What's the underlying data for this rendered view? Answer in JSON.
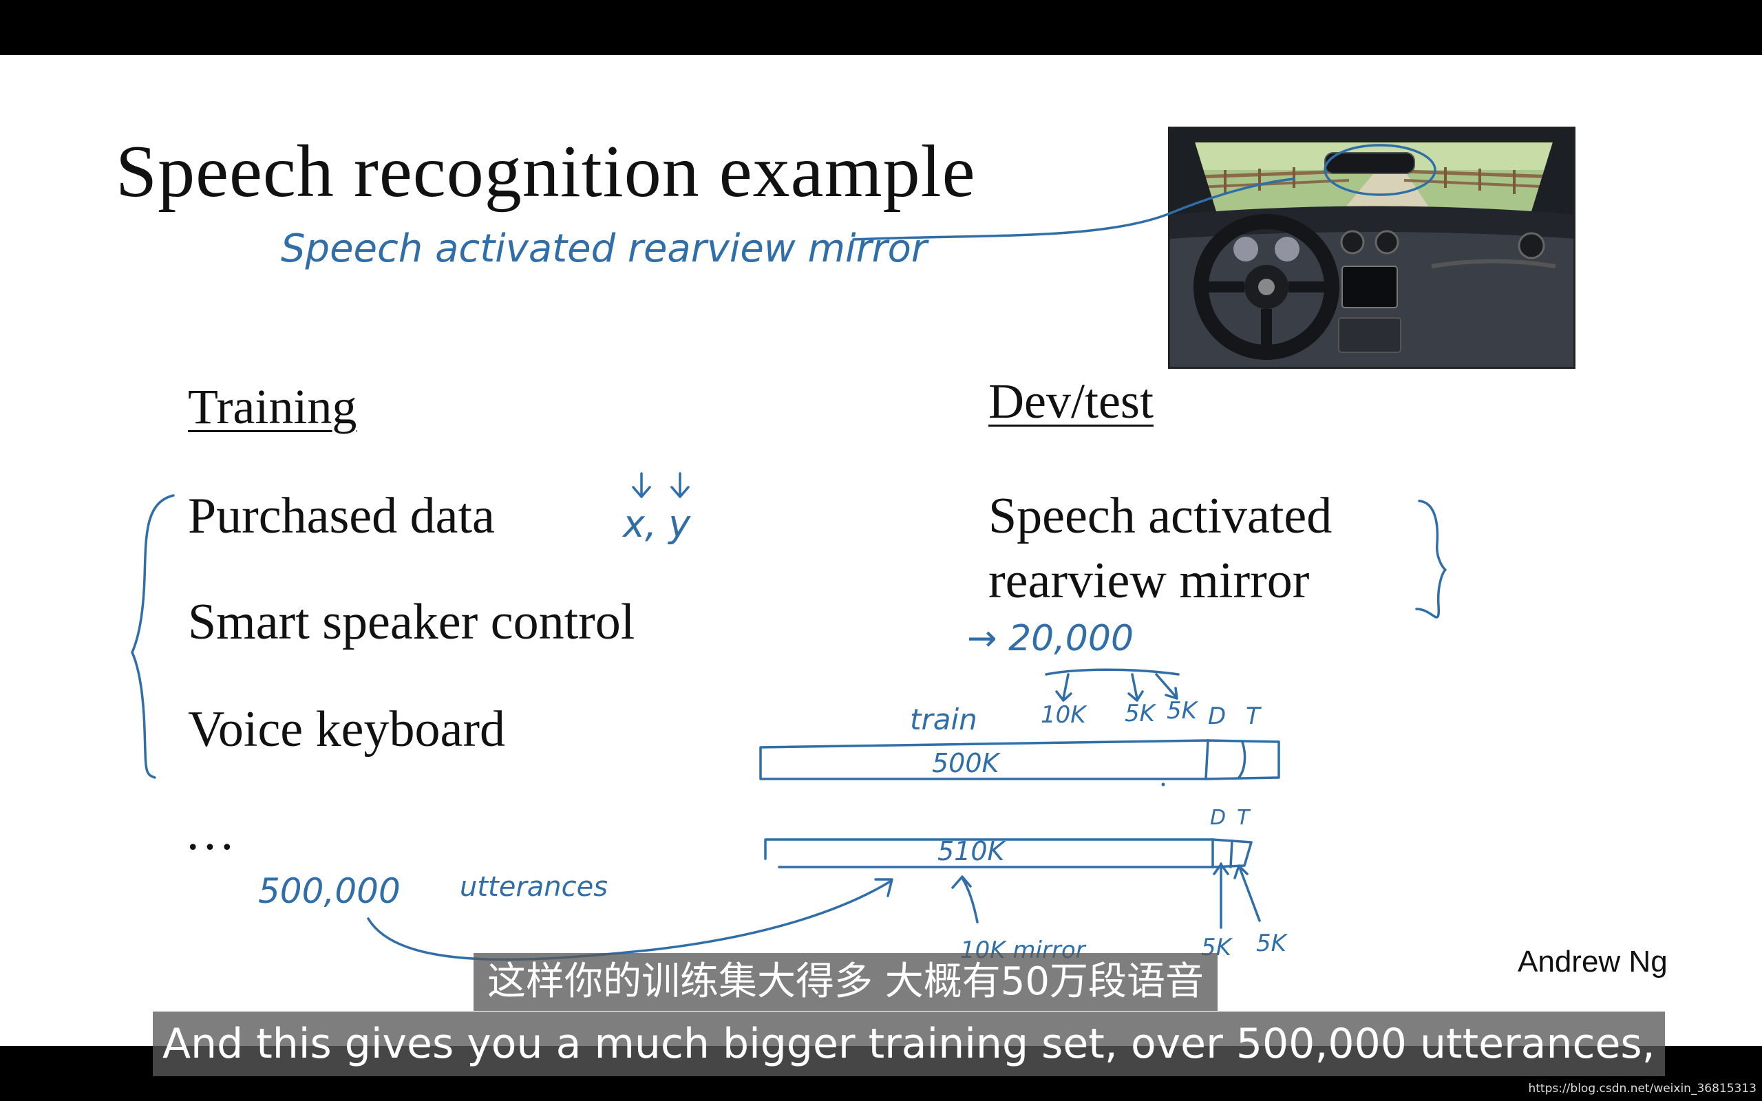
{
  "slide": {
    "title": "Speech recognition example",
    "training_heading": "Training",
    "training_items": [
      "Purchased data",
      "Smart speaker control",
      "Voice keyboard",
      "…"
    ],
    "devtest_heading": "Dev/test",
    "devtest_lines": [
      "Speech activated",
      "rearview mirror"
    ],
    "author": "Andrew Ng"
  },
  "annotations": {
    "speech_note": "Speech activated rearview mirror",
    "xy": "x, y",
    "count_devtest": "→ 20,000",
    "split_10k": "10K",
    "split_5k_a": "5K",
    "split_5k_b": "5K",
    "label_d": "D",
    "label_t": "T",
    "label_train": "train",
    "bar1_value": "500K",
    "bar2_value": "510K",
    "bar2_d": "D",
    "bar2_t": "T",
    "bottom_5k_a": "5K",
    "bottom_5k_b": "5K",
    "mirror_note": "10K mirror",
    "utterances_count": "500,000",
    "utterances_word": "utterances"
  },
  "subtitles": {
    "chinese": "这样你的训练集大得多 大概有50万段语音",
    "english": "And this gives you a much bigger training set, over 500,000 utterances,"
  },
  "watermark": "https://blog.csdn.net/weixin_36815313",
  "colors": {
    "ink": "#2f6ea8",
    "background": "#ffffff",
    "letterbox": "#000000"
  }
}
